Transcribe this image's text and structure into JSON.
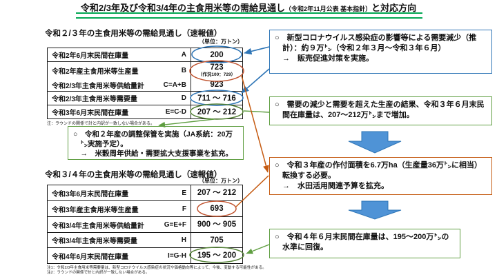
{
  "page": {
    "title_main": "令和2/3年及び令和3/4年の主食用米等の需給見通し",
    "title_paren": "（令和2年11月公表 基本指針）",
    "title_tail": "と対応方向",
    "underline_color": "#00a651"
  },
  "colors": {
    "blue": "#2e75b6",
    "green": "#5f9e41",
    "orange": "#c55a11",
    "arrow_fill": "#4f93d6",
    "table_border": "#1a1a1a"
  },
  "table1": {
    "title": "令和２/３年の主食用米等の需給見通し（速報値）",
    "unit": "（単位：万トン）",
    "rows": [
      {
        "label": "令和2年6月末民間在庫量",
        "code": "A",
        "value": "200",
        "circle": "blue"
      },
      {
        "label": "令和2年産主食用米等生産量",
        "code": "B",
        "value": "723",
        "subvalue": "（作況100：729）",
        "circle": "orange"
      },
      {
        "label": "令和2/3年主食用米等供給量計",
        "code": "C=A+B",
        "value": "923",
        "circle": "none"
      },
      {
        "label": "令和2/3年主食用米等需要量",
        "code": "D",
        "value": "711 ～ 716",
        "circle": "blue"
      },
      {
        "label": "令和3年6月末民間在庫量",
        "code": "E=C-D",
        "value": "207 ～ 212",
        "circle": "green"
      }
    ],
    "note": "注：ラウンドの関係で計と内訳が一致しない場合がある。"
  },
  "storage_box": {
    "line1": "○　令和２年産の調整保管を実施（JA系統：20万㌧実施予定）。",
    "line2": "→　米穀周年供給・需要拡大支援事業を拡充。"
  },
  "table2": {
    "title": "令和３/４年の主食用米等の需給見通し（速報値）",
    "unit": "（単位：万トン）",
    "rows": [
      {
        "label": "令和3年6月末民間在庫量",
        "code": "E",
        "value": "207 ～ 212",
        "circle": "none"
      },
      {
        "label": "令和3年産主食用米等生産量",
        "code": "F",
        "value": "693",
        "circle": "orange"
      },
      {
        "label": "令和3/4年主食用米等供給量計",
        "code": "G=E+F",
        "value": "900 ～ 905",
        "circle": "none"
      },
      {
        "label": "令和3/4年主食用米等需要量",
        "code": "H",
        "value": "705",
        "circle": "none"
      },
      {
        "label": "令和4年6月末民間在庫量",
        "code": "I=G-H",
        "value": "195 ～ 200",
        "circle": "green"
      }
    ],
    "note1": "注1：令和2/3年主食用米等需要量は、新型コロナウイルス感染症の状況や価格動向等によって、今後、変動する可能性がある。",
    "note2": "注2：ラウンドの関係で計と内訳が一致しない場合がある。"
  },
  "right_boxes": {
    "demand_box": {
      "line1": "○　新型コロナウイルス感染症の影響等による需要減少（推計）：約９万㌧（令和２年３月～令和３年６月）",
      "line2": "→　販売促進対策を実施。"
    },
    "increase_box": {
      "line1": "○　需要の減少と需要を超えた生産の結果、令和３年６月末民間在庫量は、207～212万㌧まで増加。"
    },
    "conversion_box": {
      "line1": "○　令和３年産の作付面積を6.7万ha（生産量36万㌧に相当）転換する必要。",
      "line2": "→　水田活用関連予算を拡充。"
    },
    "recovery_box": {
      "line1": "○　令和４年６月末民間在庫量は、195～200万㌧の水準に回復。"
    }
  }
}
